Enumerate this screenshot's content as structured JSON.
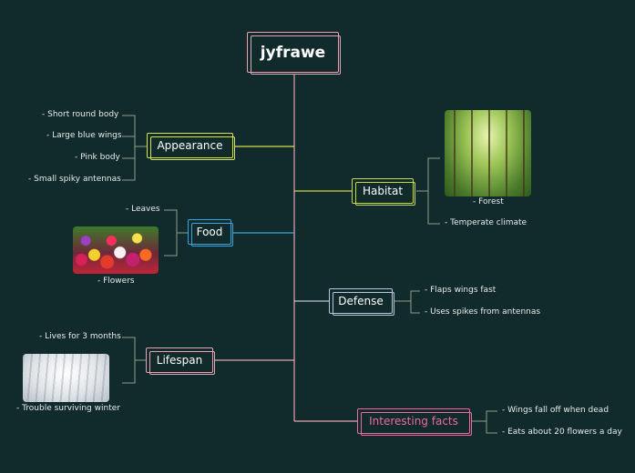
{
  "root": {
    "label": "jyfrawe"
  },
  "branches": {
    "appearance": {
      "label": "Appearance",
      "color": "#d8e24a",
      "items": [
        "- Short round body",
        "- Large blue wings",
        "- Pink body",
        "- Small spiky antennas"
      ]
    },
    "food": {
      "label": "Food",
      "color": "#3aa6e0",
      "items": [
        "- Leaves",
        "- Flowers"
      ]
    },
    "lifespan": {
      "label": "Lifespan",
      "color": "#e6a3b4",
      "items": [
        "- Lives for 3 months",
        "- Trouble surviving winter"
      ]
    },
    "habitat": {
      "label": "Habitat",
      "color": "#c7d84a",
      "items": [
        "- Forest",
        "- Temperate climate"
      ]
    },
    "defense": {
      "label": "Defense",
      "color": "#b9c7dc",
      "items": [
        "- Flaps wings fast",
        "- Uses spikes from antennas"
      ]
    },
    "facts": {
      "label": "Interesting facts",
      "color": "#f06a9c",
      "items": [
        "- Wings fall off when dead",
        "- Eats about 20 flowers a day"
      ]
    }
  },
  "images": {
    "flowers": "tulip-field-photo",
    "winter": "snowy-forest-photo",
    "forest": "green-forest-photo"
  },
  "colors": {
    "background": "#112a2b",
    "root_border": "#e6a3b4",
    "trunk": "#e6a3b4"
  }
}
